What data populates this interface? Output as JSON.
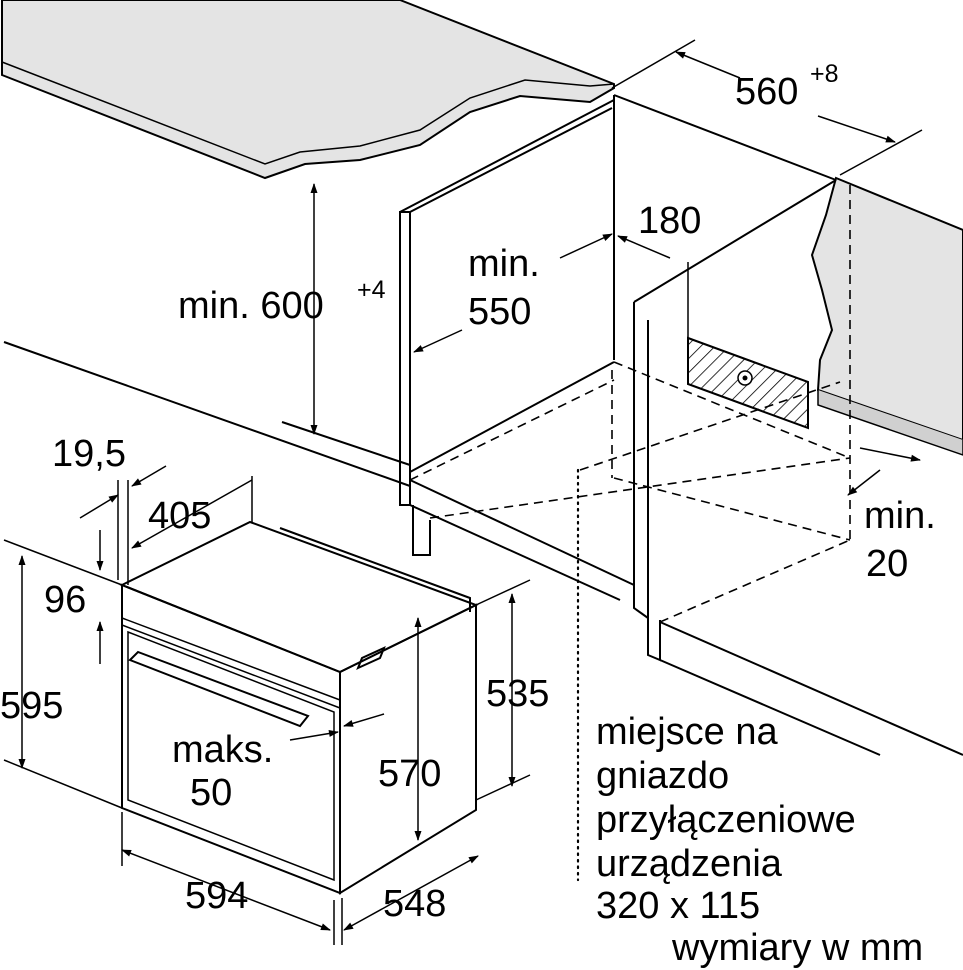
{
  "labels": {
    "width_niche": "560",
    "width_niche_tol": "+8",
    "depth_180": "180",
    "min_550_a": "min.",
    "min_550_b": "550",
    "min_600": "min. 600",
    "min_600_tol": "+4",
    "dim_19_5": "19,5",
    "dim_405": "405",
    "dim_96": "96",
    "dim_595": "595",
    "dim_535": "535",
    "maks_a": "maks.",
    "maks_b": "50",
    "dim_570": "570",
    "dim_594": "594",
    "dim_548": "548",
    "min20_a": "min.",
    "min20_b": "20",
    "socket_1": "miejsce na",
    "socket_2": "gniazdo",
    "socket_3": "przyłączeniowe",
    "socket_4": "urządzenia",
    "socket_5": "320 x 115",
    "units": "wymiary w mm"
  },
  "colors": {
    "worktop": "#e4e4e4",
    "worktop_edge": "#cfcfcf",
    "line": "#000000"
  }
}
